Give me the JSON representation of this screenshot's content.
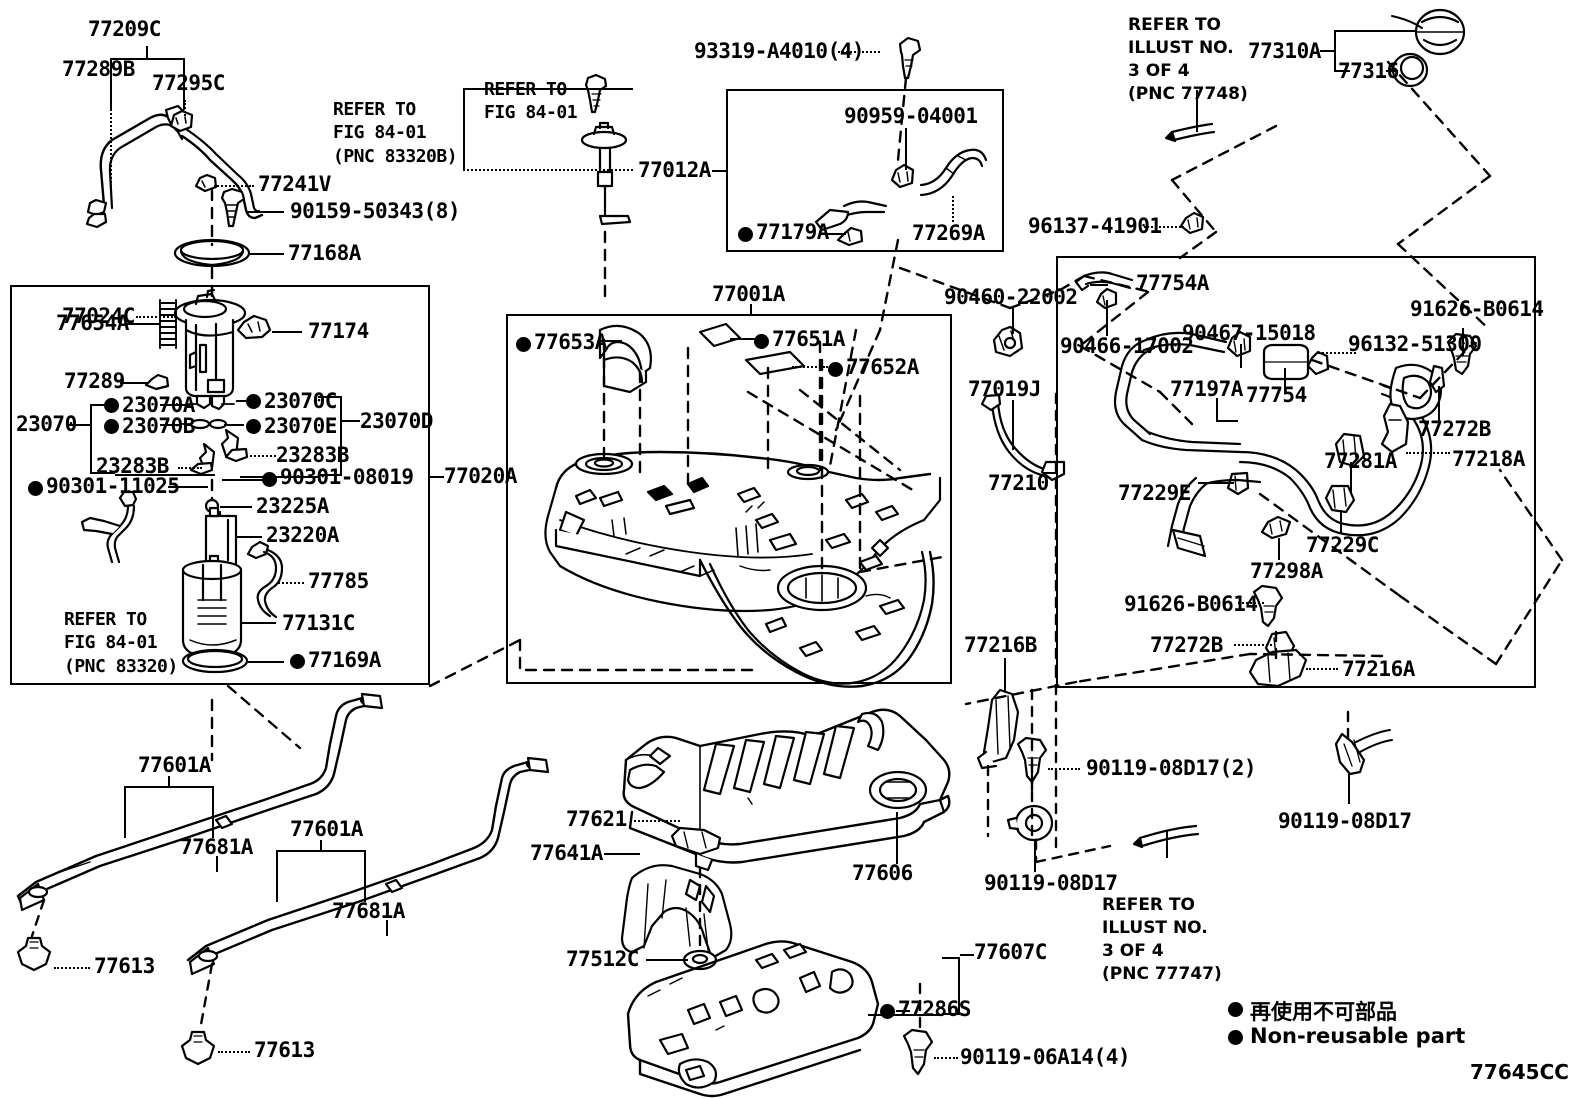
{
  "diagram": {
    "code": "77645CC",
    "legend": {
      "japanese": "再使用不可部品",
      "english": "Non-reusable part"
    }
  },
  "refer_notes": {
    "fig8401_pnc83320B": "REFER TO\nFIG 84-01\n(PNC 83320B)",
    "fig8401_plain": "REFER TO\nFIG 84-01",
    "fig8401_pnc83320": "REFER TO\nFIG 84-01\n(PNC 83320)",
    "illust_77748": "REFER TO\nILLUST NO.\n3 OF 4\n(PNC 77748)",
    "illust_77747": "REFER TO\nILLUST NO.\n3 OF 4\n(PNC 77747)"
  },
  "parts": {
    "p77209C": "77209C",
    "p77289B": "77289B",
    "p77295C": "77295C",
    "p77241V": "77241V",
    "p90159_50343": "90159-50343(8)",
    "p77168A": "77168A",
    "p77024C": "77024C",
    "p77654A": "77654A",
    "p77289": "77289",
    "p77174": "77174",
    "p23070": "23070",
    "p23070A": "23070A",
    "p23070B": "23070B",
    "p23070C": "23070C",
    "p23070E": "23070E",
    "p23070D": "23070D",
    "p23283B_left": "23283B",
    "p23283B_right": "23283B",
    "p90301_11025": "90301-11025",
    "p90301_08019": "90301-08019",
    "p23225A": "23225A",
    "p23220A": "23220A",
    "p77785": "77785",
    "p77131C": "77131C",
    "p77169A": "77169A",
    "p77020A": "77020A",
    "p93319_A4010": "93319-A4010(4)",
    "p90959_04001": "90959-04001",
    "p77012A": "77012A",
    "p77179A": "77179A",
    "p77269A": "77269A",
    "p77001A": "77001A",
    "p77653A": "77653A",
    "p77651A": "77651A",
    "p77652A": "77652A",
    "p96137_41901": "96137-41901",
    "p90460_22002": "90460-22002",
    "p77019J": "77019J",
    "p77210": "77210",
    "p77310A": "77310A",
    "p77316": "77316",
    "p77754A": "77754A",
    "p90466_17002": "90466-17002",
    "p90467_15018": "90467-15018",
    "p91626_B0614_top": "91626-B0614",
    "p96132_51300": "96132-51300",
    "p77197A": "77197A",
    "p77754": "77754",
    "p77272B_top": "77272B",
    "p77281A": "77281A",
    "p77218A": "77218A",
    "p77229E": "77229E",
    "p77229C": "77229C",
    "p77298A": "77298A",
    "p91626_B0614_bot": "91626-B0614",
    "p77272B_bot": "77272B",
    "p77216A": "77216A",
    "p77216B": "77216B",
    "p90119_08D17_2": "90119-08D17(2)",
    "p90119_08D17_a": "90119-08D17",
    "p90119_08D17_b": "90119-08D17",
    "p77601A_1": "77601A",
    "p77681A_1": "77681A",
    "p77601A_2": "77601A",
    "p77681A_2": "77681A",
    "p77613_1": "77613",
    "p77613_2": "77613",
    "p77621": "77621",
    "p77641A": "77641A",
    "p77606": "77606",
    "p77512C": "77512C",
    "p77286S": "77286S",
    "p77607C": "77607C",
    "p90119_06A14": "90119-06A14(4)"
  }
}
